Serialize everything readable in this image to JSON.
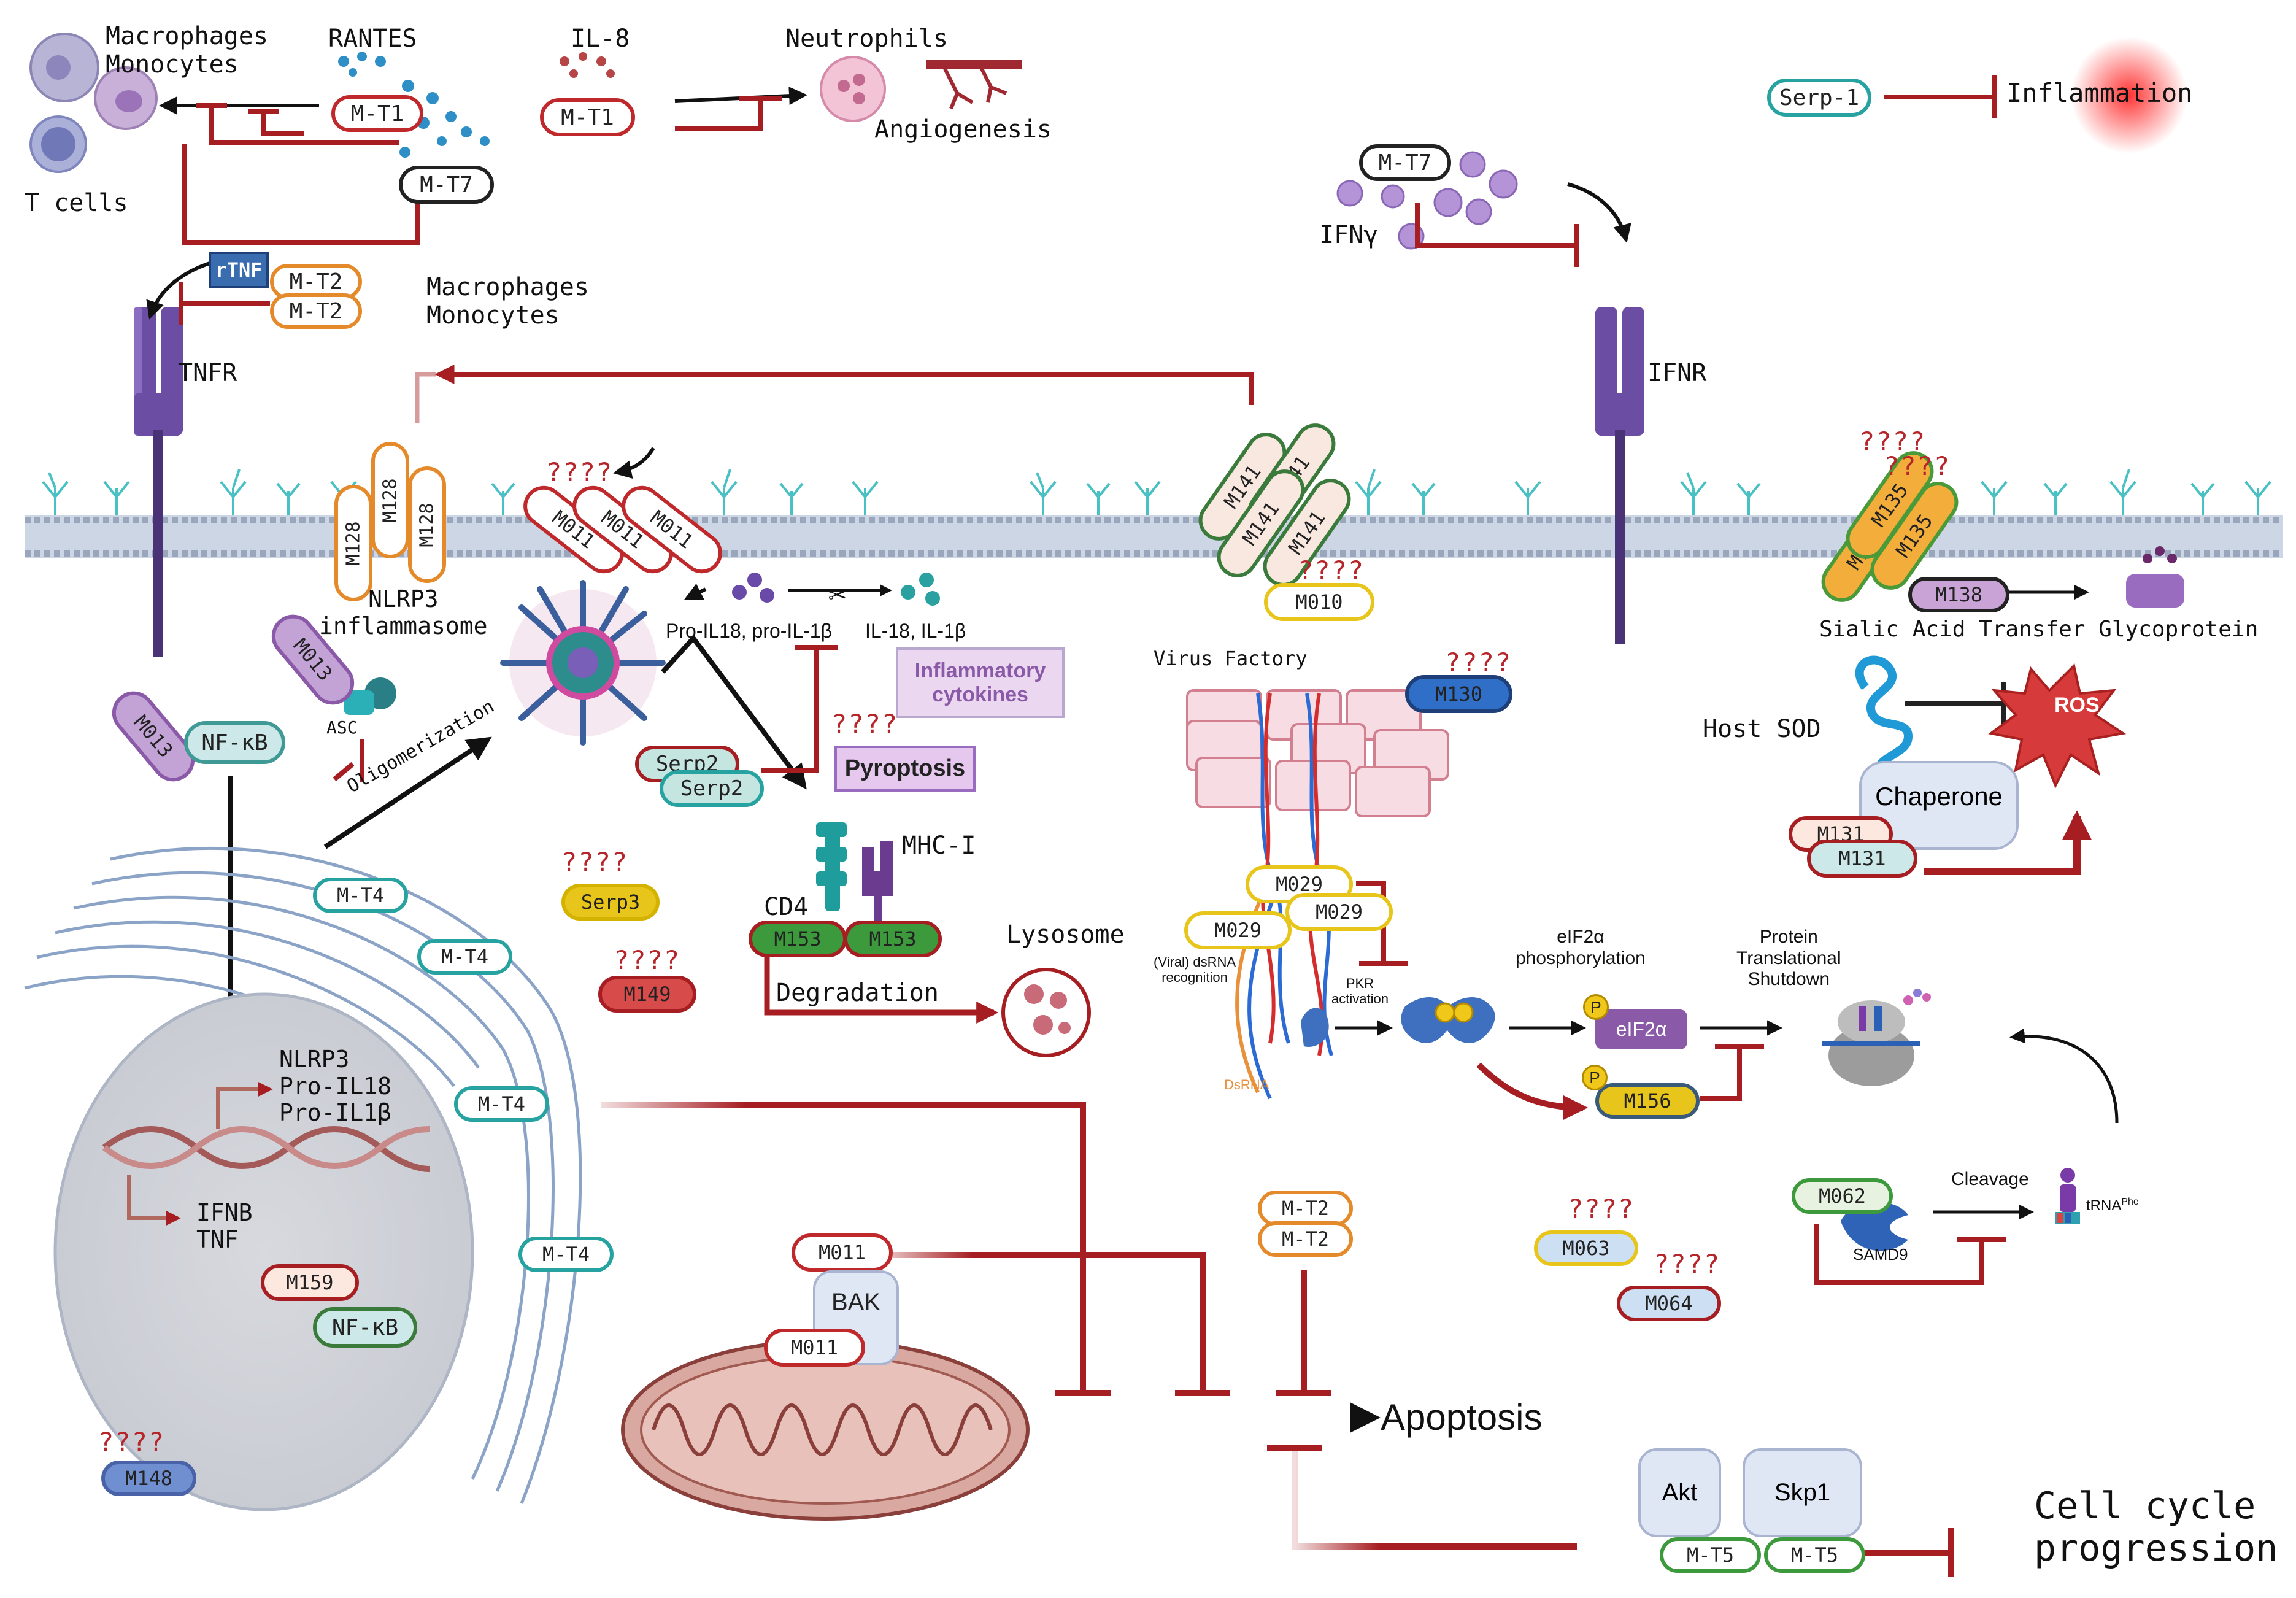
{
  "top": {
    "macrophages_monocytes": "Macrophages\nMonocytes",
    "t_cells": "T cells",
    "rantes": "RANTES",
    "il8": "IL-8",
    "neutrophils": "Neutrophils",
    "angiogenesis": "Angiogenesis",
    "serp1": "Serp-1",
    "inflammation": "Inflammation",
    "mt1_a": "M-T1",
    "mt1_b": "M-T1",
    "mt7_a": "M-T7",
    "mt7_b": "M-T7",
    "ifng": "IFNγ"
  },
  "receptors": {
    "rtnf": "rTNF",
    "mt2_a": "M-T2",
    "mt2_b": "M-T2",
    "tnfr": "TNFR",
    "macrophages_monocytes_2": "Macrophages\nMonocytes",
    "ifnr": "IFNR"
  },
  "membrane": {
    "m128": [
      "M128",
      "M128",
      "M128"
    ],
    "m011": [
      "M011",
      "M011",
      "M011"
    ],
    "m141": [
      "M141",
      "M141",
      "M141",
      "M141"
    ],
    "m135": [
      "M135",
      "M135",
      "M135"
    ],
    "m010": "M010",
    "unknown": "????"
  },
  "inflammasome": {
    "m013": "M013",
    "asc": "ASC",
    "nlrp3": "NLRP3\ninflammasome",
    "oligomerization": "Oligomerization",
    "pro_il18": "Pro-IL18, pro-IL-1β",
    "il18": "IL-18, IL-1β",
    "inflammatory_cytokines": "Inflammatory\ncytokines",
    "serp2_a": "Serp2",
    "serp2_b": "Serp2",
    "pyroptosis": "Pyroptosis",
    "m013_nfkb": "M013",
    "nfkb": "NF-κB"
  },
  "nucleus": {
    "mt4": [
      "M-T4",
      "M-T4",
      "M-T4",
      "M-T4"
    ],
    "nlrp3_genes": "NLRP3\nPro-IL18\nPro-IL1β",
    "ifnb_tnf": "IFNB\nTNF",
    "m159": "M159",
    "nfkb2": "NF-κB",
    "m148": "M148"
  },
  "mhc": {
    "serp3": "Serp3",
    "m149": "M149",
    "cd4": "CD4",
    "mhc1": "MHC-I",
    "m153_a": "M153",
    "m153_b": "M153",
    "lysosome": "Lysosome",
    "degradation": "Degradation"
  },
  "apoptosis": {
    "m011_a": "M011",
    "m011_b": "M011",
    "bak": "BAK",
    "mt2_c": "M-T2",
    "mt2_d": "M-T2",
    "apoptosis": "Apoptosis",
    "akt": "Akt",
    "skp1": "Skp1",
    "mt5_a": "M-T5",
    "mt5_b": "M-T5",
    "cell_cycle": "Cell cycle\nprogression"
  },
  "virus": {
    "virus_factory": "Virus Factory",
    "m130": "M130",
    "m029_a": "M029",
    "m029_b": "M029",
    "m029_c": "M029",
    "dsrna_recognition": "(Viral) dsRNA\nrecognition",
    "pkr_activation": "PKR\nactivation",
    "dsrna": "DsRNA",
    "eif2a_phos": "eIF2α\nphosphorylation",
    "eif2a": "eIF2α",
    "p": "P",
    "m156": "M156",
    "protein_shutdown": "Protein\nTranslational\nShutdown",
    "m063": "M063",
    "m064": "M064",
    "m062": "M062",
    "samd9": "SAMD9",
    "cleavage": "Cleavage",
    "trna": "tRNA",
    "trna_sup": "Phe"
  },
  "right": {
    "m138": "M138",
    "sialic": "Sialic Acid Transfer Glycoprotein",
    "host_sod": "Host SOD",
    "ros": "ROS",
    "chaperone": "Chaperone",
    "m131_a": "M131",
    "m131_b": "M131"
  },
  "colors": {
    "inhibit": "#a61e22",
    "membrane": "#b9c4d6",
    "receptor": "#5a3f8c",
    "teal": "#26a3a0",
    "orange": "#e58a2a",
    "green": "#3c9a3c",
    "yellow": "#e8c51a"
  }
}
